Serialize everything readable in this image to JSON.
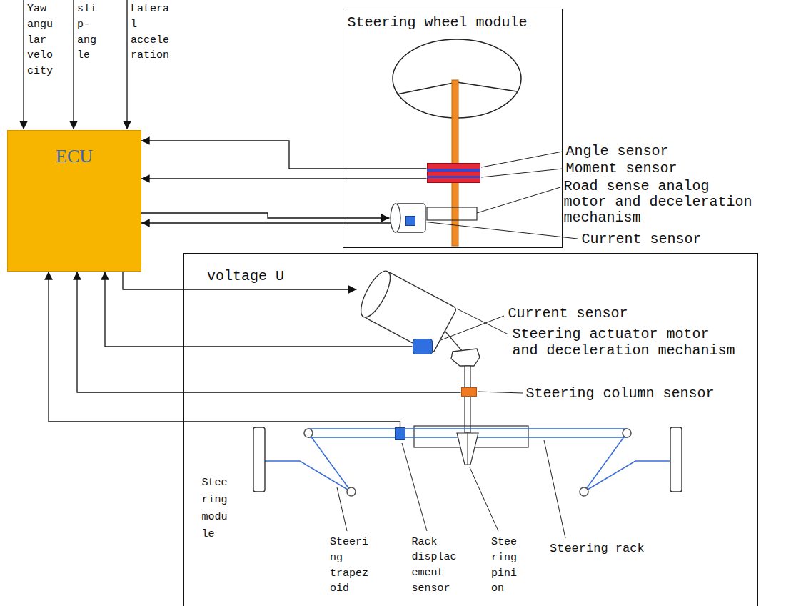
{
  "diagram": {
    "nodes": [
      {
        "text": [
          "ECU"
        ]
      },
      {
        "text": [
          "Steering wheel module"
        ]
      },
      {
        "text": [
          "Angle sensor",
          "Moment sensor"
        ],
        "in": 1
      },
      {
        "text": [
          "Road sense analog motor and deceleration mechanism"
        ],
        "in": 1
      },
      {
        "text": [
          "Current sensor"
        ],
        "in": 1
      },
      {
        "text": [
          "Steering module"
        ]
      },
      {
        "text": [
          "Steering actuator motor and deceleration mechanism"
        ],
        "in": 5
      },
      {
        "text": [
          "Current sensor"
        ],
        "in": 5
      },
      {
        "text": [
          "Steering column sensor"
        ],
        "in": 5
      },
      {
        "text": [
          "Rack displacement sensor"
        ],
        "in": 5
      }
    ],
    "edges": [
      {
        "from": 2,
        "to": 0,
        "arrow": "to"
      },
      {
        "from": 2,
        "to": 0,
        "arrow": "to"
      },
      {
        "from": 0,
        "to": 3,
        "arrow": "to"
      },
      {
        "from": 4,
        "to": 0,
        "arrow": "to"
      },
      {
        "from": 0,
        "to": 6,
        "arrow": "to",
        "label": "voltage U"
      },
      {
        "from": 7,
        "to": 0,
        "arrow": "to"
      },
      {
        "from": 8,
        "to": 0,
        "arrow": "to"
      },
      {
        "from": 9,
        "to": 0,
        "arrow": "to"
      }
    ],
    "labels": [
      "Yaw angular velocity",
      "slip-angle",
      "Lateral acceleration",
      "Steering trapezoid",
      "Steering pinion",
      "Steering rack"
    ]
  }
}
